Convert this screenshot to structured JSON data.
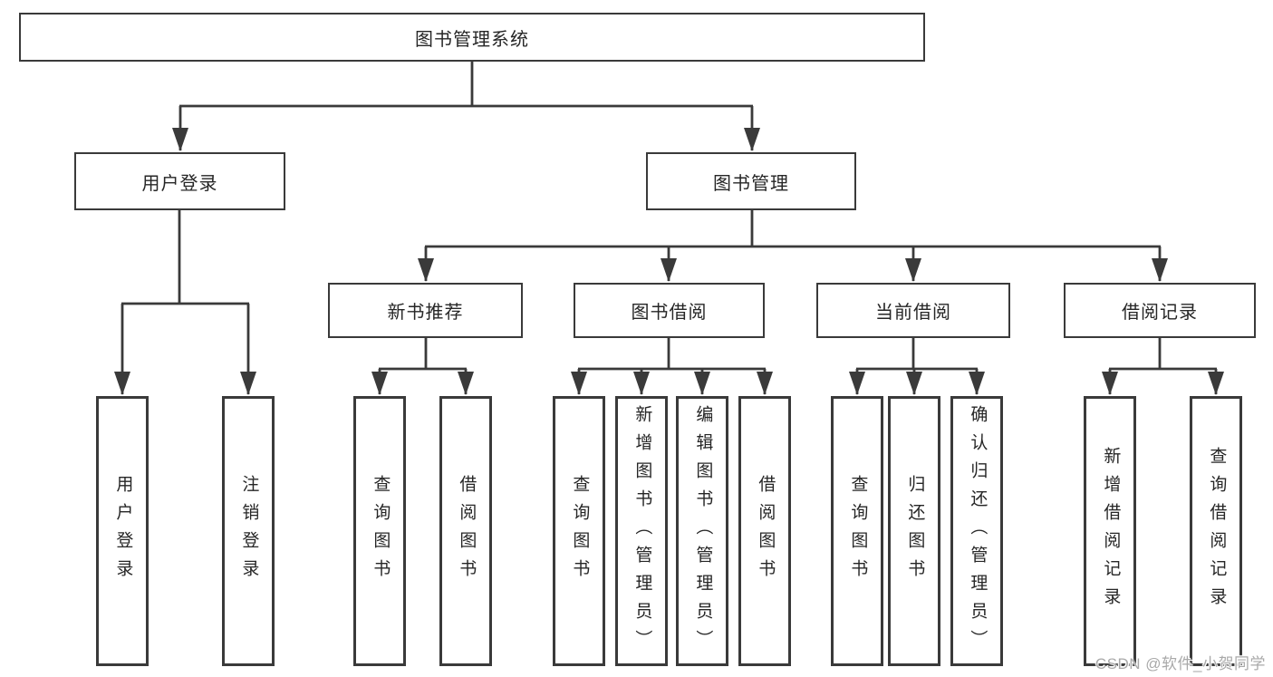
{
  "tree": {
    "root": {
      "label": "图书管理系统",
      "children": [
        {
          "label": "用户登录",
          "children": [
            {
              "label": "用户登录"
            },
            {
              "label": "注销登录"
            }
          ]
        },
        {
          "label": "图书管理",
          "children": [
            {
              "label": "新书推荐",
              "children": [
                {
                  "label": "查询图书"
                },
                {
                  "label": "借阅图书"
                }
              ]
            },
            {
              "label": "图书借阅",
              "children": [
                {
                  "label": "查询图书"
                },
                {
                  "label": "新增图书（管理员）"
                },
                {
                  "label": "编辑图书（管理员）"
                },
                {
                  "label": "借阅图书"
                }
              ]
            },
            {
              "label": "当前借阅",
              "children": [
                {
                  "label": "查询图书"
                },
                {
                  "label": "归还图书"
                },
                {
                  "label": "确认归还（管理员）"
                }
              ]
            },
            {
              "label": "借阅记录",
              "children": [
                {
                  "label": "新增借阅记录"
                },
                {
                  "label": "查询借阅记录"
                }
              ]
            }
          ]
        }
      ]
    }
  },
  "watermark": {
    "text": "CSDN @软件_小贺同学"
  },
  "colors": {
    "line": "#3a3a3a",
    "box_border": "#3a3a3a",
    "text": "#262626",
    "background": "#ffffff",
    "watermark": "#a9a9a9"
  }
}
